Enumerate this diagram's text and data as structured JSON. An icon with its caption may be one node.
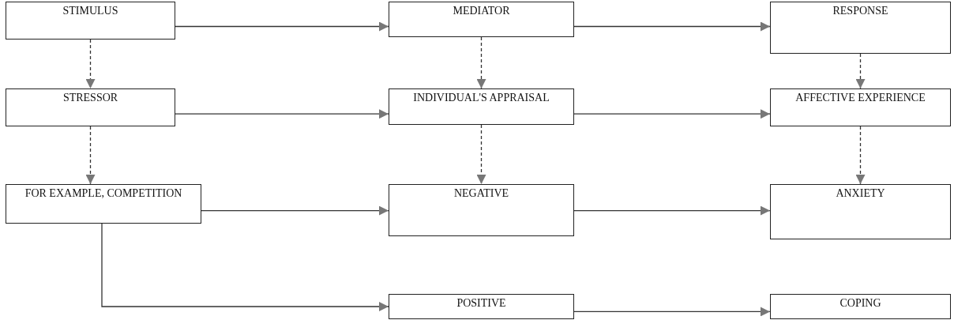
{
  "diagram": {
    "nodes": [
      {
        "text": [
          "STIMULUS"
        ]
      },
      {
        "text": [
          "MEDIATOR"
        ]
      },
      {
        "text": [
          "RESPONSE"
        ]
      },
      {
        "text": [
          "STRESSOR"
        ]
      },
      {
        "text": [
          "INDIVIDUAL'S APPRAISAL"
        ]
      },
      {
        "text": [
          "AFFECTIVE EXPERIENCE"
        ]
      },
      {
        "text": [
          "FOR EXAMPLE, COMPETITION"
        ]
      },
      {
        "text": [
          "NEGATIVE"
        ]
      },
      {
        "text": [
          "ANXIETY"
        ]
      },
      {
        "text": [
          "POSITIVE"
        ]
      },
      {
        "text": [
          "COPING"
        ]
      }
    ],
    "edges": [
      {
        "from": 0,
        "to": 1,
        "arrow": "to"
      },
      {
        "from": 1,
        "to": 2,
        "arrow": "to"
      },
      {
        "from": 0,
        "to": 3,
        "arrow": "to",
        "style": "dashed"
      },
      {
        "from": 1,
        "to": 4,
        "arrow": "to",
        "style": "dashed"
      },
      {
        "from": 2,
        "to": 5,
        "arrow": "to",
        "style": "dashed"
      },
      {
        "from": 3,
        "to": 4,
        "arrow": "to"
      },
      {
        "from": 4,
        "to": 5,
        "arrow": "to"
      },
      {
        "from": 3,
        "to": 6,
        "arrow": "to",
        "style": "dashed"
      },
      {
        "from": 4,
        "to": 7,
        "arrow": "to",
        "style": "dashed"
      },
      {
        "from": 5,
        "to": 8,
        "arrow": "to",
        "style": "dashed"
      },
      {
        "from": 6,
        "to": 7,
        "arrow": "to"
      },
      {
        "from": 7,
        "to": 8,
        "arrow": "to"
      },
      {
        "from": 6,
        "to": 9,
        "arrow": "to"
      },
      {
        "from": 9,
        "to": 10,
        "arrow": "to"
      }
    ]
  }
}
